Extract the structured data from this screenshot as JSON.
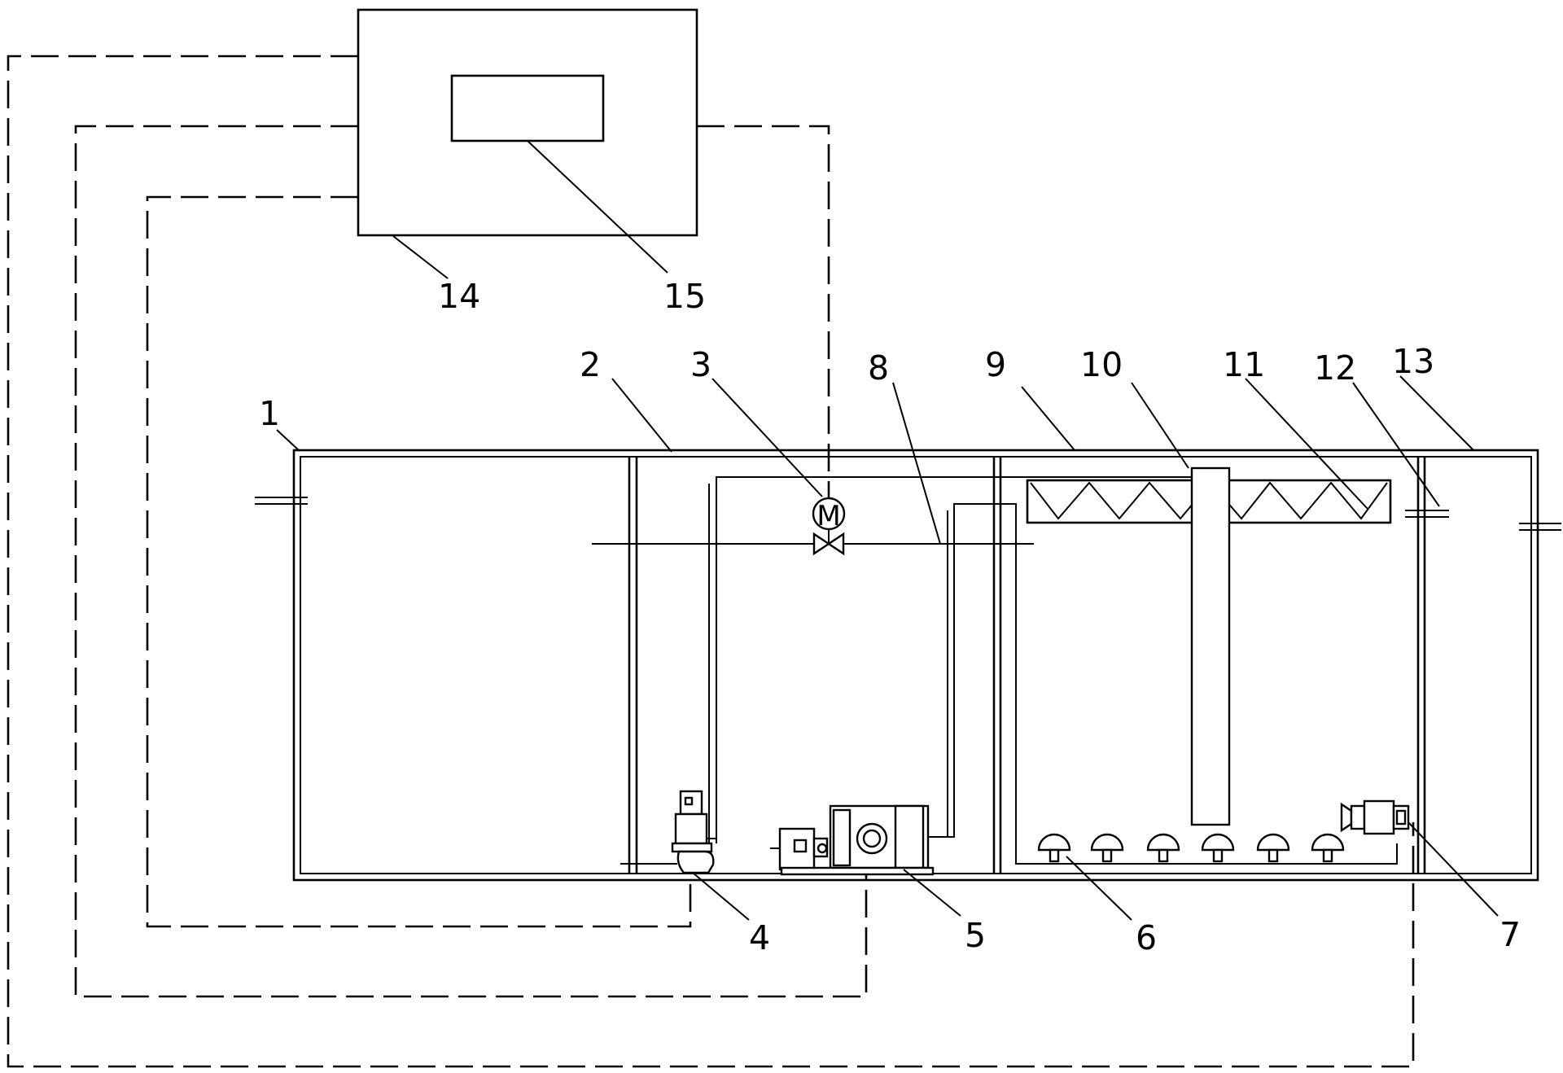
{
  "labels": {
    "l1": "1",
    "l2": "2",
    "l3": "3",
    "l4": "4",
    "l5": "5",
    "l6": "6",
    "l7": "7",
    "l8": "8",
    "l9": "9",
    "l10": "10",
    "l11": "11",
    "l12": "12",
    "l13": "13",
    "l14": "14",
    "l15": "15"
  },
  "valve_symbol": "M",
  "colors": {
    "line": "#000000",
    "background": "#ffffff"
  }
}
